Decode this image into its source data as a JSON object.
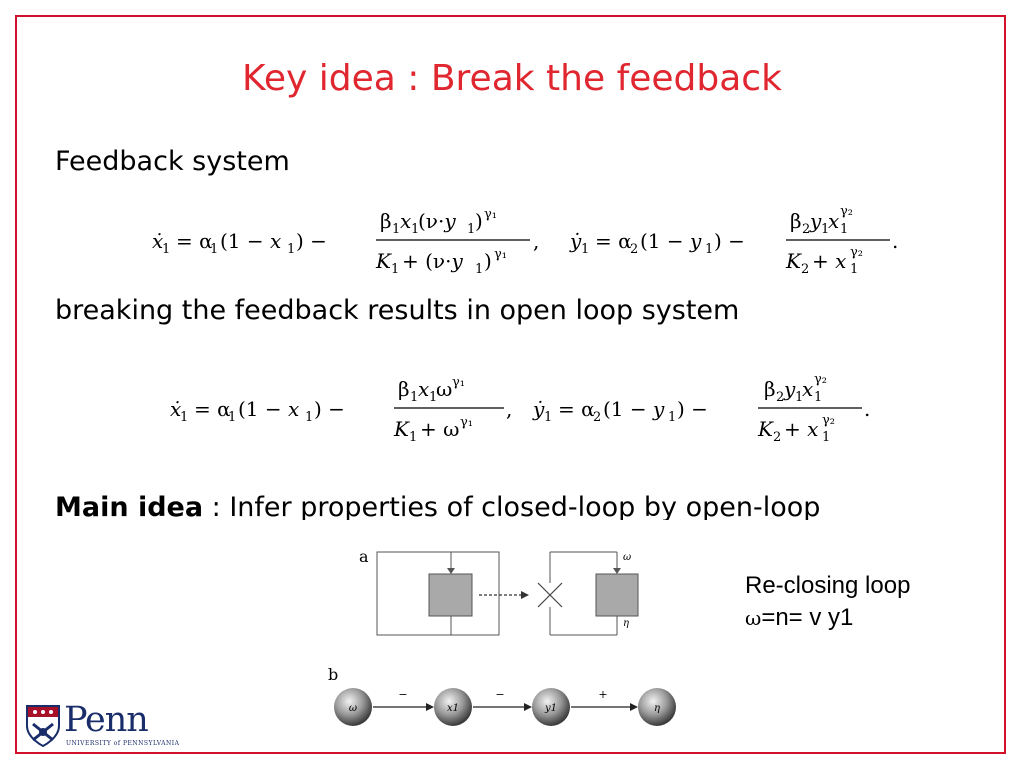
{
  "slide": {
    "title": "Key idea : Break the feedback",
    "line1": "Feedback system",
    "line2": "breaking the feedback results in open loop system",
    "main_idea_bold": "Main idea",
    "main_idea_rest": " : Infer properties of closed-loop by open-loop",
    "reclosing_line1": "Re-closing loop",
    "reclosing_omega": "ω",
    "reclosing_rest": "=n= v y1"
  },
  "diagram": {
    "panel_a": "a",
    "panel_b": "b",
    "omega": "ω",
    "eta": "η",
    "nodes": [
      "ω",
      "x1",
      "y1",
      "η"
    ],
    "edge_signs": [
      "−",
      "−",
      "+"
    ]
  },
  "logo": {
    "word": "Penn",
    "subtitle": "UNIVERSITY of PENNSYLVANIA"
  },
  "colors": {
    "border": "#d2102a",
    "title": "#e0262f",
    "penn_blue": "#1a2d6b",
    "penn_red": "#a8102a"
  }
}
